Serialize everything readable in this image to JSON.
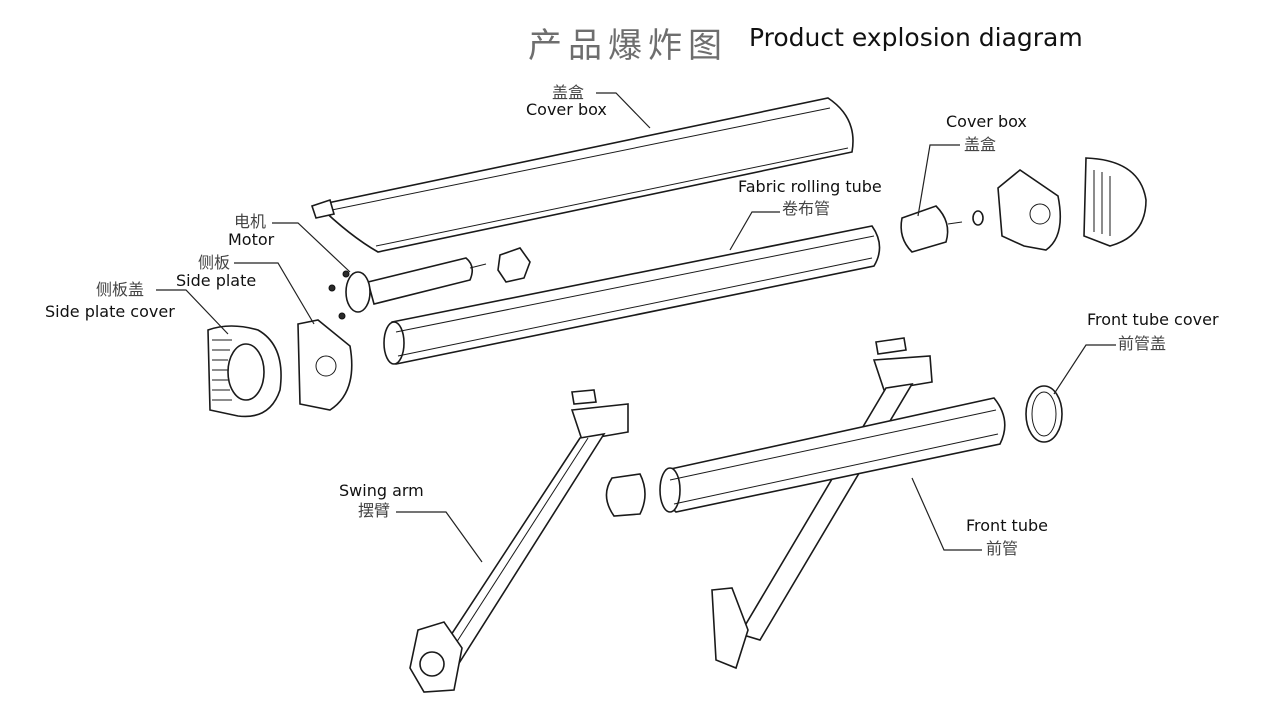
{
  "title": {
    "cn": "产品爆炸图",
    "en": "Product explosion diagram"
  },
  "labels": {
    "cover_box_top": {
      "cn": "盖盒",
      "en": "Cover box"
    },
    "cover_box_right": {
      "en": "Cover box",
      "cn": "盖盒"
    },
    "fabric_tube": {
      "en": "Fabric rolling tube",
      "cn": "卷布管"
    },
    "motor": {
      "cn": "电机",
      "en": "Motor"
    },
    "side_plate": {
      "cn": "侧板",
      "en": "Side plate"
    },
    "side_plate_cover": {
      "cn": "侧板盖",
      "en": "Side plate cover"
    },
    "front_tube_cover": {
      "en": "Front tube cover",
      "cn": "前管盖"
    },
    "swing_arm": {
      "en": "Swing arm",
      "cn": "摆臂"
    },
    "front_tube": {
      "en": "Front tube",
      "cn": "前管"
    }
  }
}
